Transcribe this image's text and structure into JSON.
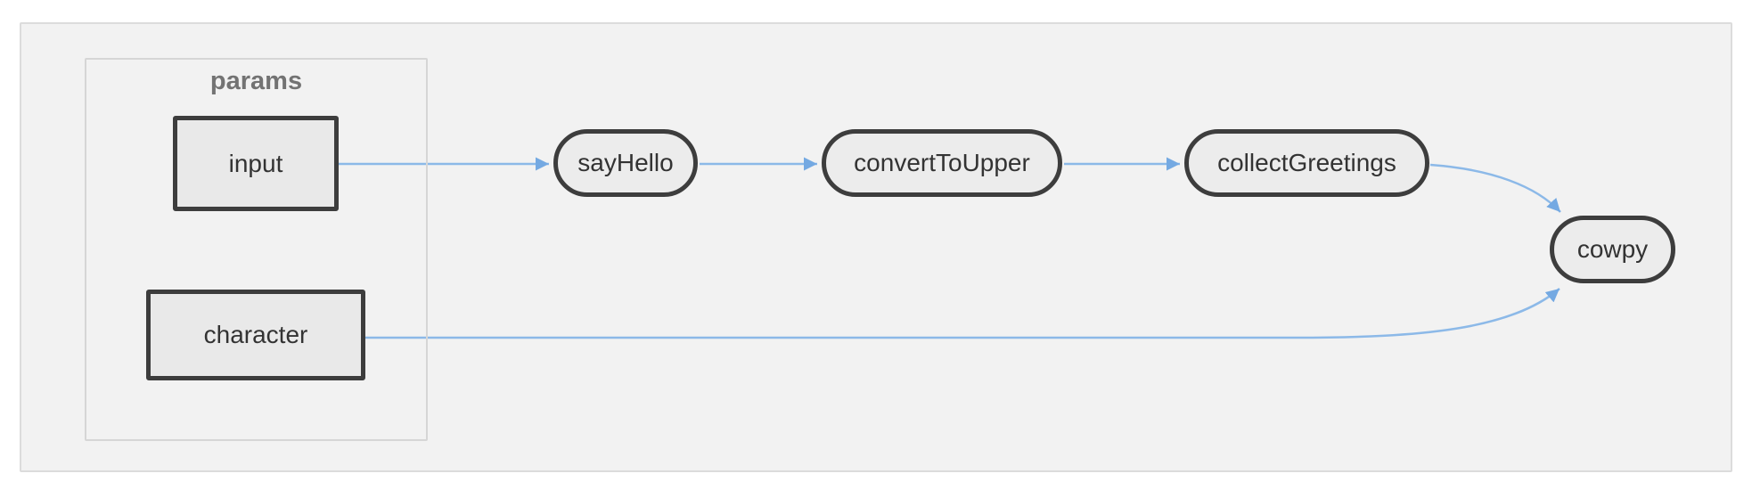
{
  "diagram": {
    "type": "flowchart",
    "direction": "left-to-right",
    "group": {
      "label": "params",
      "children": [
        "input",
        "character"
      ]
    },
    "params": [
      {
        "id": "input",
        "label": "input",
        "shape": "rectangle"
      },
      {
        "id": "character",
        "label": "character",
        "shape": "rectangle"
      }
    ],
    "processes": [
      {
        "id": "sayHello",
        "label": "sayHello",
        "shape": "stadium"
      },
      {
        "id": "convertToUpper",
        "label": "convertToUpper",
        "shape": "stadium"
      },
      {
        "id": "collectGreetings",
        "label": "collectGreetings",
        "shape": "stadium"
      },
      {
        "id": "cowpy",
        "label": "cowpy",
        "shape": "stadium"
      }
    ],
    "edges": [
      {
        "from": "input",
        "to": "sayHello"
      },
      {
        "from": "sayHello",
        "to": "convertToUpper"
      },
      {
        "from": "convertToUpper",
        "to": "collectGreetings"
      },
      {
        "from": "collectGreetings",
        "to": "cowpy"
      },
      {
        "from": "character",
        "to": "cowpy"
      }
    ],
    "colors": {
      "edge": "#8cb9e8",
      "arrowhead": "#74a9e2",
      "node_border": "#3d3d3d",
      "node_fill": "#ececec",
      "param_fill": "#e9e9e9",
      "node_text": "#333333",
      "group_label": "#737373",
      "group_border": "#d6d6d6",
      "panel_bg": "#f2f2f2",
      "panel_border": "#dcdcdc"
    }
  }
}
